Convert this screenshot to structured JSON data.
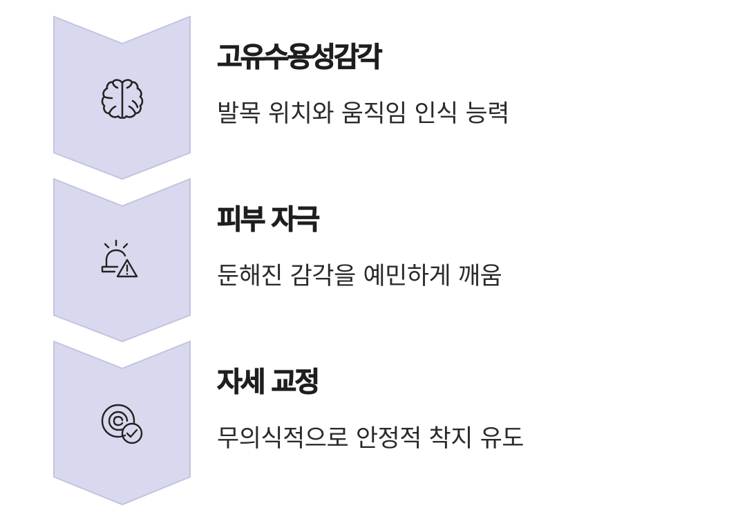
{
  "colors": {
    "chevron_fill": "#d8d9ee",
    "chevron_border": "#c3c3df",
    "icon_stroke": "#222222",
    "title_text": "#1e1e1e",
    "desc_text": "#2a2a2a"
  },
  "steps": [
    {
      "icon": "brain-icon",
      "title": "고유수용성감각",
      "description": "발목 위치와 움직임 인식 능력"
    },
    {
      "icon": "alarm-warning-icon",
      "title": "피부 자극",
      "description": "둔해진 감각을 예민하게 깨움"
    },
    {
      "icon": "target-check-icon",
      "title": "자세 교정",
      "description": "무의식적으로 안정적 착지 유도"
    }
  ]
}
